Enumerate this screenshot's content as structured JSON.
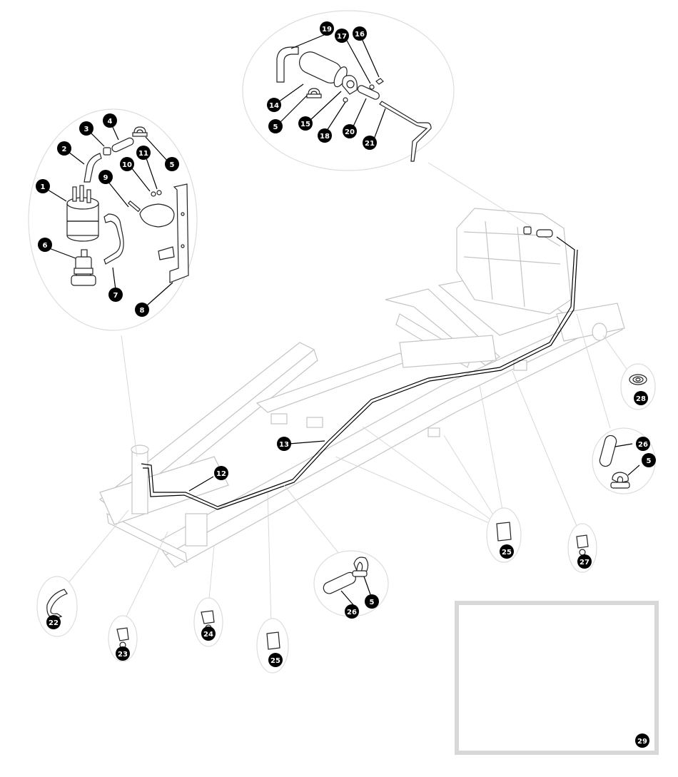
{
  "callouts": {
    "c1": "1",
    "c2": "2",
    "c3": "3",
    "c4": "4",
    "c5a": "5",
    "c5b": "5",
    "c5c": "5",
    "c5d": "5",
    "c6": "6",
    "c7": "7",
    "c8": "8",
    "c9": "9",
    "c10": "10",
    "c11": "11",
    "c12": "12",
    "c13": "13",
    "c14": "14",
    "c15": "15",
    "c16": "16",
    "c17": "17",
    "c18": "18",
    "c19": "19",
    "c20": "20",
    "c21": "21",
    "c22": "22",
    "c23": "23",
    "c24": "24",
    "c25a": "25",
    "c25b": "25",
    "c26a": "26",
    "c26b": "26",
    "c27": "27",
    "c28": "28",
    "c29": "29"
  }
}
